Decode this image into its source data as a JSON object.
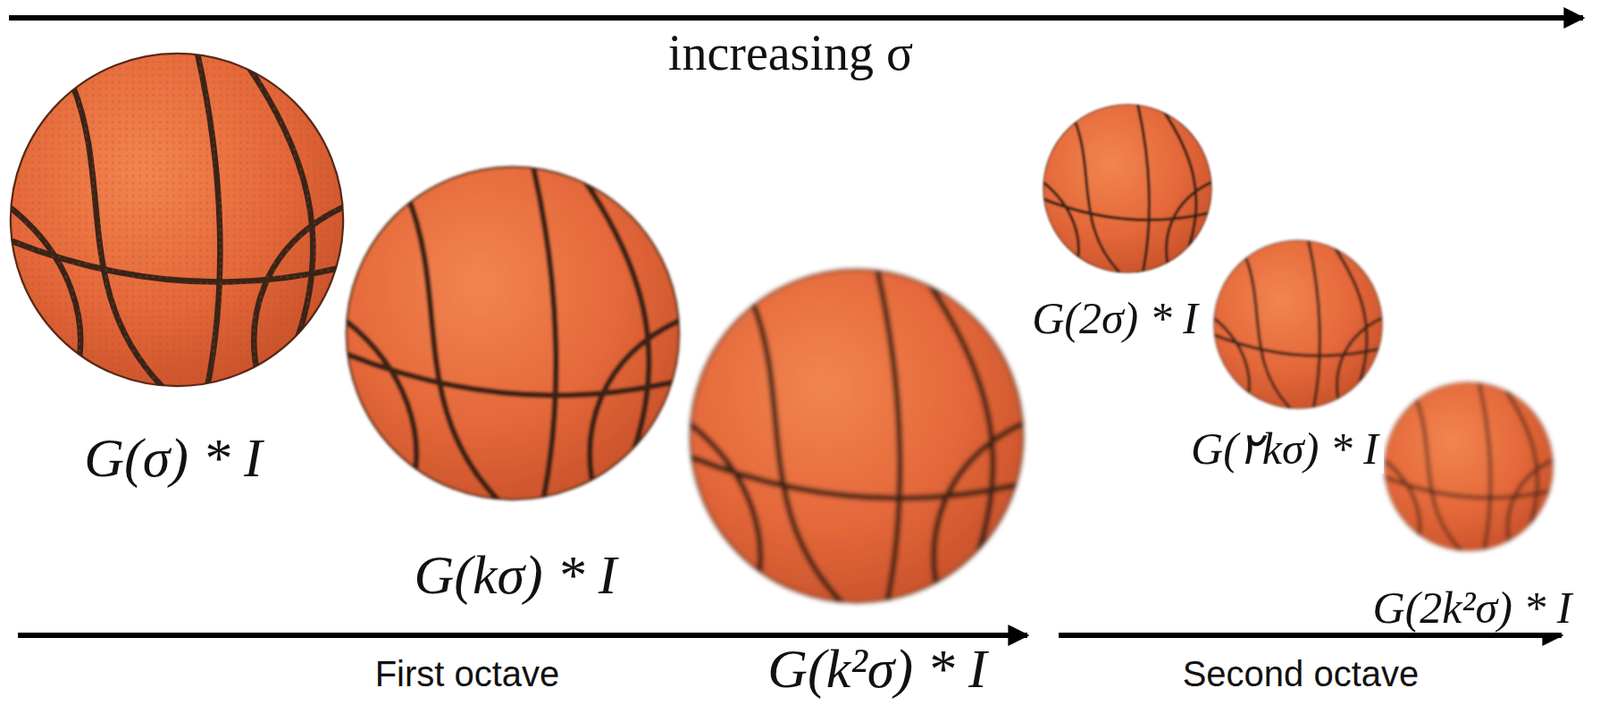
{
  "diagram": {
    "labels": [
      "increasing σ",
      "G(σ) * I",
      "G(kσ) * I",
      "G(k²σ) * I",
      "G(2σ) * I",
      "G(٢kσ) * I",
      "G(2k²σ) * I",
      "First octave",
      "Second octave"
    ]
  }
}
